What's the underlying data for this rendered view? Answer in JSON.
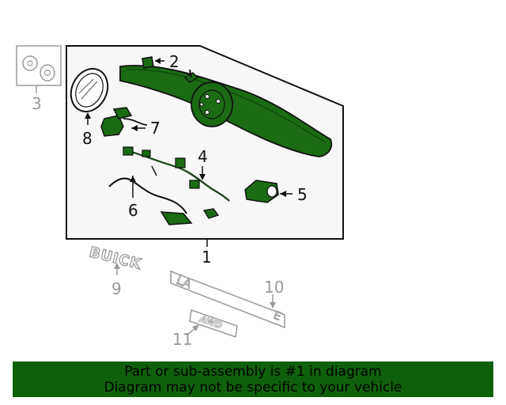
{
  "callouts": {
    "c1": "1",
    "c2": "2",
    "c3": "3",
    "c4": "4",
    "c5": "5",
    "c6": "6",
    "c7": "7",
    "c8": "8",
    "c9": "9",
    "c10": "10",
    "c11": "11"
  },
  "emblems": {
    "buick": "BUICK",
    "lacrosse_left": "LA",
    "lacrosse_right": "E",
    "awd": "AWD"
  },
  "banner": {
    "line1": "Part or sub-assembly is #1 in diagram",
    "line2": "Diagram may not be specific to your vehicle"
  },
  "colors": {
    "highlight_green": "#0f600a",
    "part_green": "#1a6b12",
    "inactive_gray": "#9a9a9a"
  }
}
